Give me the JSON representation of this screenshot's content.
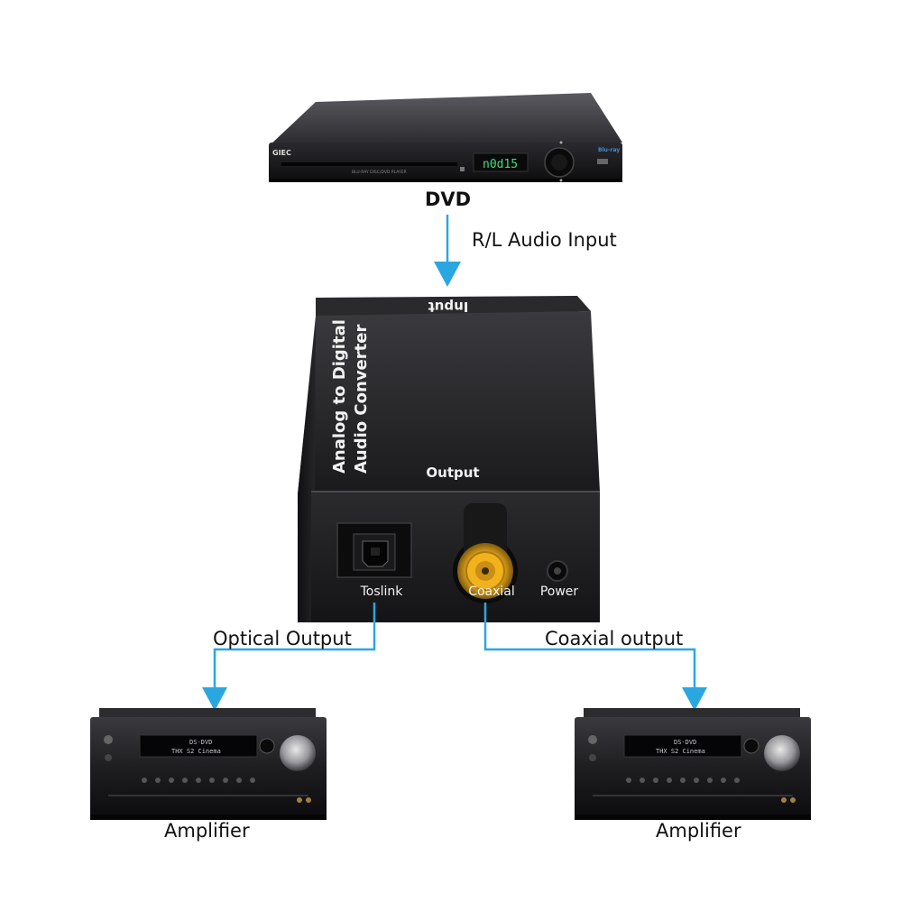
{
  "labels": {
    "dvd": "DVD",
    "input_signal": "R/L Audio Input",
    "optical_output": "Optical Output",
    "coaxial_output": "Coaxial output",
    "amplifier_left": "Amplifier",
    "amplifier_right": "Amplifier"
  },
  "dvd_player": {
    "brand": "GIEC",
    "model": "BLU-RAY DISC/DVD PLAYER",
    "display": "n0d15"
  },
  "converter": {
    "top_label": "Input",
    "side_line1": "Analog to Digital",
    "side_line2": "Audio Converter",
    "output_label": "Output",
    "port_toslink": "Toslink",
    "port_coaxial": "Coaxial",
    "port_power": "Power"
  },
  "amplifier_display": {
    "line1": "DS-DVD",
    "line2": "THX S2 Cinema"
  },
  "colors": {
    "arrow": "#2aa7e0",
    "device_body": "#1c1c1e",
    "coax_gold": "#c8a23a",
    "coax_orange": "#f2b21b",
    "display_green": "#3fe07a"
  }
}
